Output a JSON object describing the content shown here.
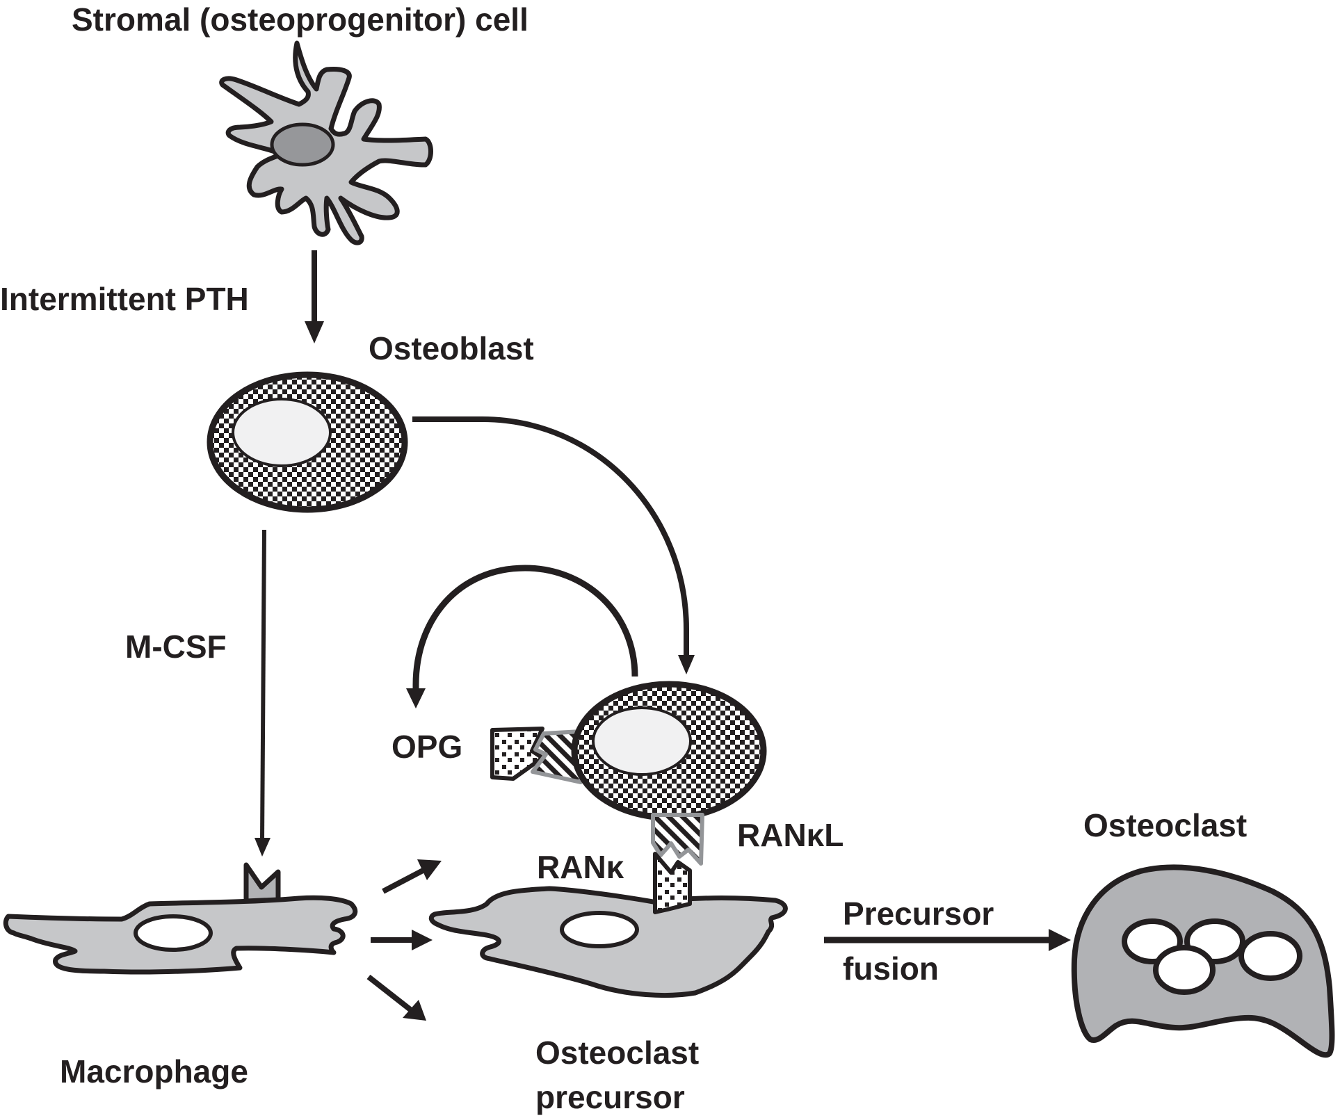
{
  "figure": {
    "title": "Bone remodeling: osteoblast–osteoclast signaling",
    "colors": {
      "ink": "#231f20",
      "cell_gray": "#c6c7c9",
      "osteoclast_gray": "#b1b2b5",
      "nucleus_dark": "#96979a",
      "nucleus_light": "#f1f1f2",
      "receptor_gray": "#939598"
    }
  },
  "labels": {
    "stromal_cell": "Stromal (osteoprogenitor) cell",
    "intermittent_pth": "Intermittent PTH",
    "osteoblast": "Osteoblast",
    "m_csf": "M-CSF",
    "opg": "OPG",
    "rankl": "RANκL",
    "rank": "RANκ",
    "osteoclast": "Osteoclast",
    "precursor_fusion_line1": "Precursor",
    "precursor_fusion_line2": "fusion",
    "macrophage": "Macrophage",
    "osteoclast_precursor_line1": "Osteoclast",
    "osteoclast_precursor_line2": "precursor"
  },
  "nodes": [
    {
      "id": "stromal",
      "label": "Stromal (osteoprogenitor) cell"
    },
    {
      "id": "osteoblast",
      "label": "Osteoblast"
    },
    {
      "id": "macrophage",
      "label": "Macrophage"
    },
    {
      "id": "osteoclast_precursor",
      "label": "Osteoclast precursor"
    },
    {
      "id": "osteoclast",
      "label": "Osteoclast"
    }
  ],
  "edges": [
    {
      "from": "stromal",
      "to": "osteoblast",
      "label": "Intermittent PTH"
    },
    {
      "from": "osteoblast",
      "to": "macrophage",
      "label": "M-CSF"
    },
    {
      "from": "osteoblast",
      "to": "osteoblast_rankl",
      "label": ""
    },
    {
      "from": "osteoblast_rankl",
      "to": "opg",
      "label": ""
    },
    {
      "from": "macrophage",
      "to": "osteoclast_precursor",
      "label": ""
    },
    {
      "from": "osteoclast_precursor",
      "to": "osteoclast",
      "label": "Precursor fusion"
    }
  ]
}
